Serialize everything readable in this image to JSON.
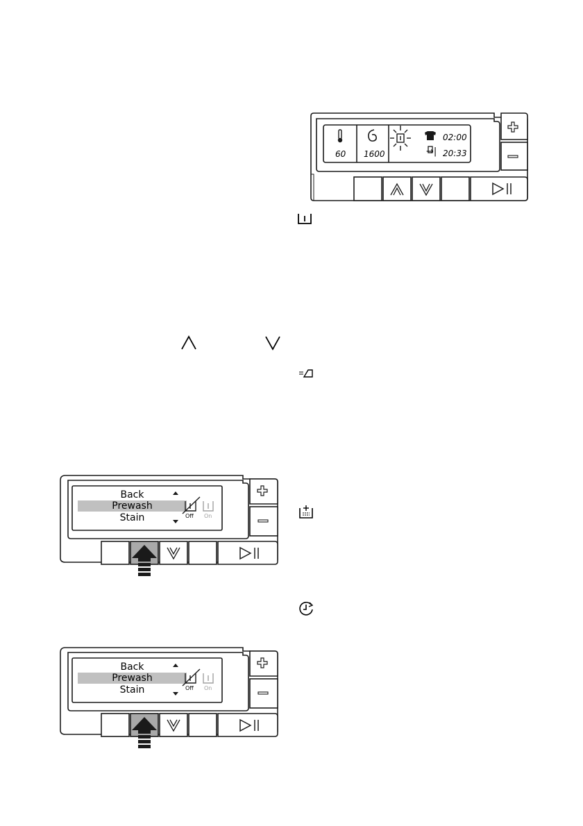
{
  "top_panel": {
    "temperature": "60",
    "spin": "1600",
    "duration": "02:00",
    "end_time": "20:33",
    "end_arrow": "→|",
    "colors": {
      "outline": "#1a1a1a",
      "panel_fill": "#ffffff"
    }
  },
  "menu_panel_1": {
    "items": [
      "Back",
      "Prewash",
      "Stain"
    ],
    "selected_index": 1,
    "off_label": "Off",
    "on_label": "On",
    "highlight_color": "#c0c0c0",
    "pressed_button_color": "#a9a9a9"
  },
  "menu_panel_2": {
    "items": [
      "Back",
      "Prewash",
      "Stain"
    ],
    "selected_index": 1,
    "off_label": "Off",
    "on_label": "On",
    "highlight_color": "#c0c0c0",
    "pressed_button_color": "#a9a9a9"
  },
  "icons": {
    "prewash": "prewash-icon",
    "iron": "easy-iron-icon",
    "stain": "stain-icon",
    "delay": "delay-start-icon",
    "up": "up-chevron-icon",
    "down": "down-chevron-icon"
  }
}
